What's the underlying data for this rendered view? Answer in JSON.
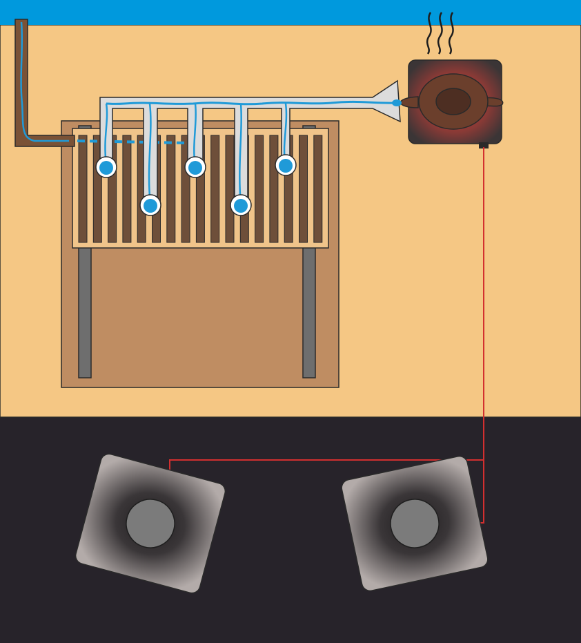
{
  "diagram": {
    "colors": {
      "sky": "#0099dd",
      "wall": "#f5c784",
      "floor": "#27232a",
      "cabinet": "#bf8d62",
      "rack_slat": "#6e4f3a",
      "rack_frame": "#f0c48a",
      "leg": "#6e6e6e",
      "pipe": "#7a5236",
      "manifold": "#dcdcdc",
      "water": "#1f9ad8",
      "heater_body": "#3b3536",
      "heater_glow": "#c9493f",
      "kettle": "#6b3f2c",
      "wire": "#d32f2f",
      "speaker_light": "#b3aba9",
      "speaker_dark": "#2d2a2c",
      "cone": "#7b7b7b"
    },
    "components": {
      "outlets": 5,
      "steam_wisps": 3,
      "speakers": 2
    }
  }
}
